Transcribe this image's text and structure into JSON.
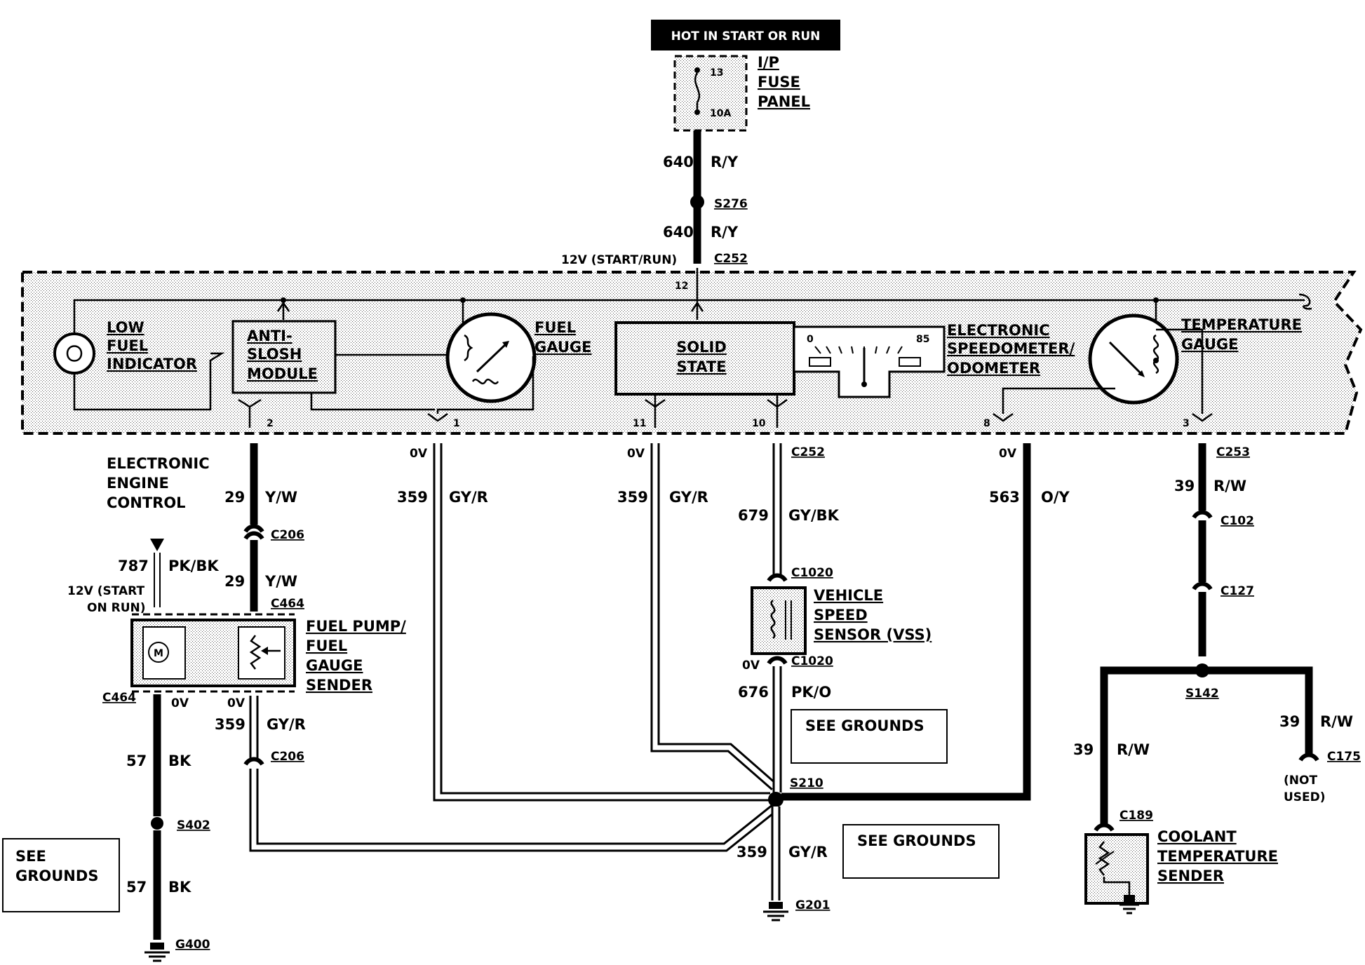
{
  "header": {
    "label": "HOT IN START OR RUN"
  },
  "fuse_panel": {
    "lines": [
      "I/P",
      "FUSE",
      "PANEL"
    ],
    "fuse_number": "13",
    "fuse_rating": "10A"
  },
  "top_wires": {
    "w1_circuit": "640",
    "w1_color": "R/Y",
    "splice": "S276",
    "w2_circuit": "640",
    "w2_color": "R/Y",
    "supply_note": "12V (START/RUN)",
    "connector": "C252",
    "pin": "12"
  },
  "cluster": {
    "low_fuel": [
      "LOW",
      "FUEL",
      "INDICATOR"
    ],
    "anti_slosh": [
      "ANTI-",
      "SLOSH",
      "MODULE"
    ],
    "fuel_gauge": [
      "FUEL",
      "GAUGE"
    ],
    "solid_state": [
      "SOLID",
      "STATE"
    ],
    "speedo_min": "0",
    "speedo_max": "85",
    "speedometer": [
      "ELECTRONIC",
      "SPEEDOMETER/",
      "ODOMETER"
    ],
    "temp_gauge": [
      "TEMPERATURE",
      "GAUGE"
    ],
    "pins": [
      "2",
      "1",
      "11",
      "10",
      "8",
      "3"
    ]
  },
  "eec": {
    "lines": [
      "ELECTRONIC",
      "ENGINE",
      "CONTROL"
    ]
  },
  "left_circuit": {
    "w29a_circuit": "29",
    "w29a_color": "Y/W",
    "c206": "C206",
    "w29b_circuit": "29",
    "w29b_color": "Y/W",
    "w787_circuit": "787",
    "w787_color": "PK/BK",
    "supply_note": [
      "12V (START",
      "ON RUN)"
    ],
    "c464_top": "C464",
    "fuel_pump": [
      "FUEL PUMP/",
      "FUEL",
      "GAUGE",
      "SENDER"
    ],
    "c464_bot": "C464",
    "v0a": "0V",
    "v0b": "0V",
    "w359_circuit": "359",
    "w359_color": "GY/R",
    "c206_bot": "C206",
    "w57a_circuit": "57",
    "w57a_color": "BK",
    "s402": "S402",
    "w57b_circuit": "57",
    "w57b_color": "BK",
    "g400": "G400",
    "see_grounds": [
      "SEE",
      "GROUNDS"
    ]
  },
  "middle_circuit": {
    "v0_pin1": "0V",
    "w359a_circuit": "359",
    "w359a_color": "GY/R",
    "v0_pin11": "0V",
    "w359b_circuit": "359",
    "w359b_color": "GY/R",
    "c252": "C252",
    "w679_circuit": "679",
    "w679_color": "GY/BK",
    "c1020_top": "C1020",
    "vss": [
      "VEHICLE",
      "SPEED",
      "SENSOR (VSS)"
    ],
    "v0_vss": "0V",
    "c1020_bot": "C1020",
    "w676_circuit": "676",
    "w676_color": "PK/O",
    "see_grounds_1": "SEE GROUNDS",
    "s210": "S210",
    "w359c_circuit": "359",
    "w359c_color": "GY/R",
    "see_grounds_2": "SEE GROUNDS",
    "g201": "G201"
  },
  "right_circuit": {
    "v0_pin8": "0V",
    "w563_circuit": "563",
    "w563_color": "O/Y",
    "c253": "C253",
    "w39a_circuit": "39",
    "w39a_color": "R/W",
    "c102": "C102",
    "c127": "C127",
    "s142": "S142",
    "w39b_circuit": "39",
    "w39b_color": "R/W",
    "w39c_circuit": "39",
    "w39c_color": "R/W",
    "c175": "C175",
    "not_used": [
      "(NOT",
      "USED)"
    ],
    "c189": "C189",
    "coolant": [
      "COOLANT",
      "TEMPERATURE",
      "SENDER"
    ]
  }
}
